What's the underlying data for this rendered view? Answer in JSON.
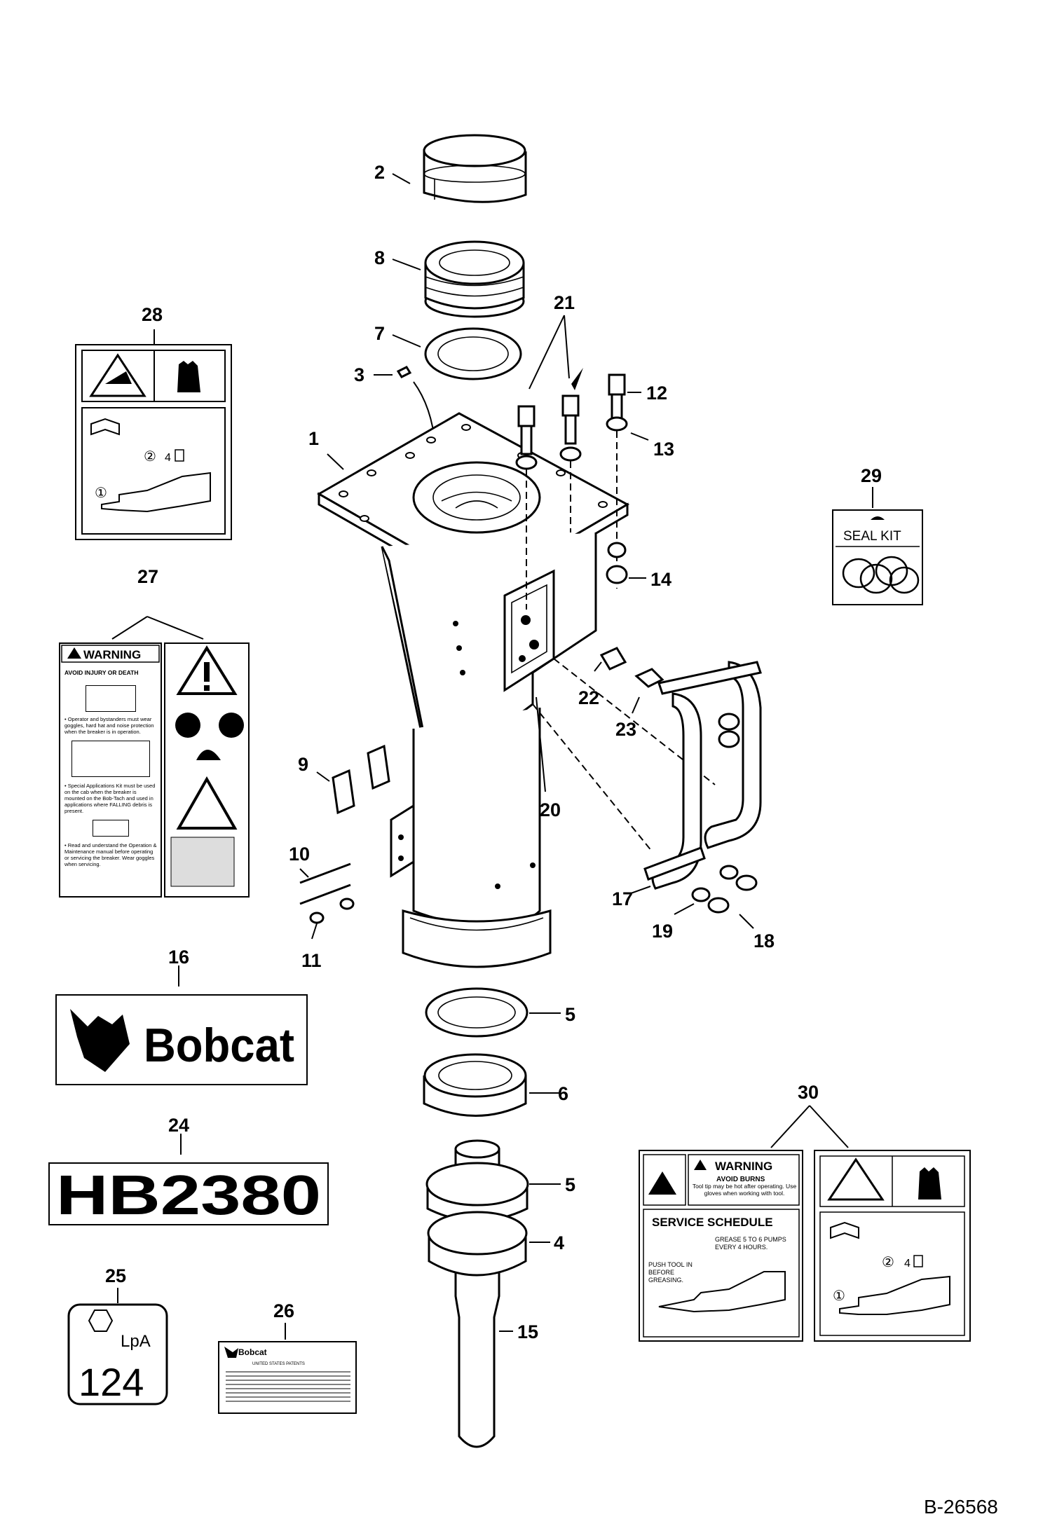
{
  "drawing_id": "B-26568",
  "callouts": [
    "1",
    "2",
    "3",
    "4",
    "5",
    "5",
    "6",
    "7",
    "8",
    "9",
    "10",
    "11",
    "12",
    "13",
    "14",
    "15",
    "16",
    "17",
    "18",
    "19",
    "20",
    "21",
    "22",
    "23",
    "24",
    "25",
    "26",
    "27",
    "28",
    "29",
    "30"
  ],
  "decals": {
    "bobcat_logo_text": "Bobcat",
    "model_text": "HB2380",
    "sound_unit": "LpA",
    "sound_value": "124",
    "seal_kit": "SEAL KIT",
    "warning_27": {
      "header": "WARNING",
      "subheader": "AVOID INJURY OR DEATH",
      "para1": "• Operator and bystanders must wear goggles, hard hat and noise protection when the breaker is in operation.",
      "para2": "• Special Applications Kit must be used on the cab when the breaker is mounted on the Bob-Tach and used in applications where FALLING debris is present.",
      "para3": "• Read and understand the Operation & Maintenance manual before operating or servicing the breaker. Wear goggles when servicing."
    },
    "warning_30": {
      "header": "WARNING",
      "subheader": "AVOID BURNS",
      "text": "Tool tip may be hot after operating. Use gloves when working with tool.",
      "service_title": "SERVICE SCHEDULE",
      "grease": "GREASE 5 TO 6 PUMPS EVERY 4 HOURS.",
      "push": "PUSH TOOL IN BEFORE GREASING."
    },
    "grease_count": "4",
    "circle_1": "①",
    "circle_2": "②",
    "patents_brand": "Bobcat",
    "patents_title": "UNITED STATES PATENTS"
  }
}
